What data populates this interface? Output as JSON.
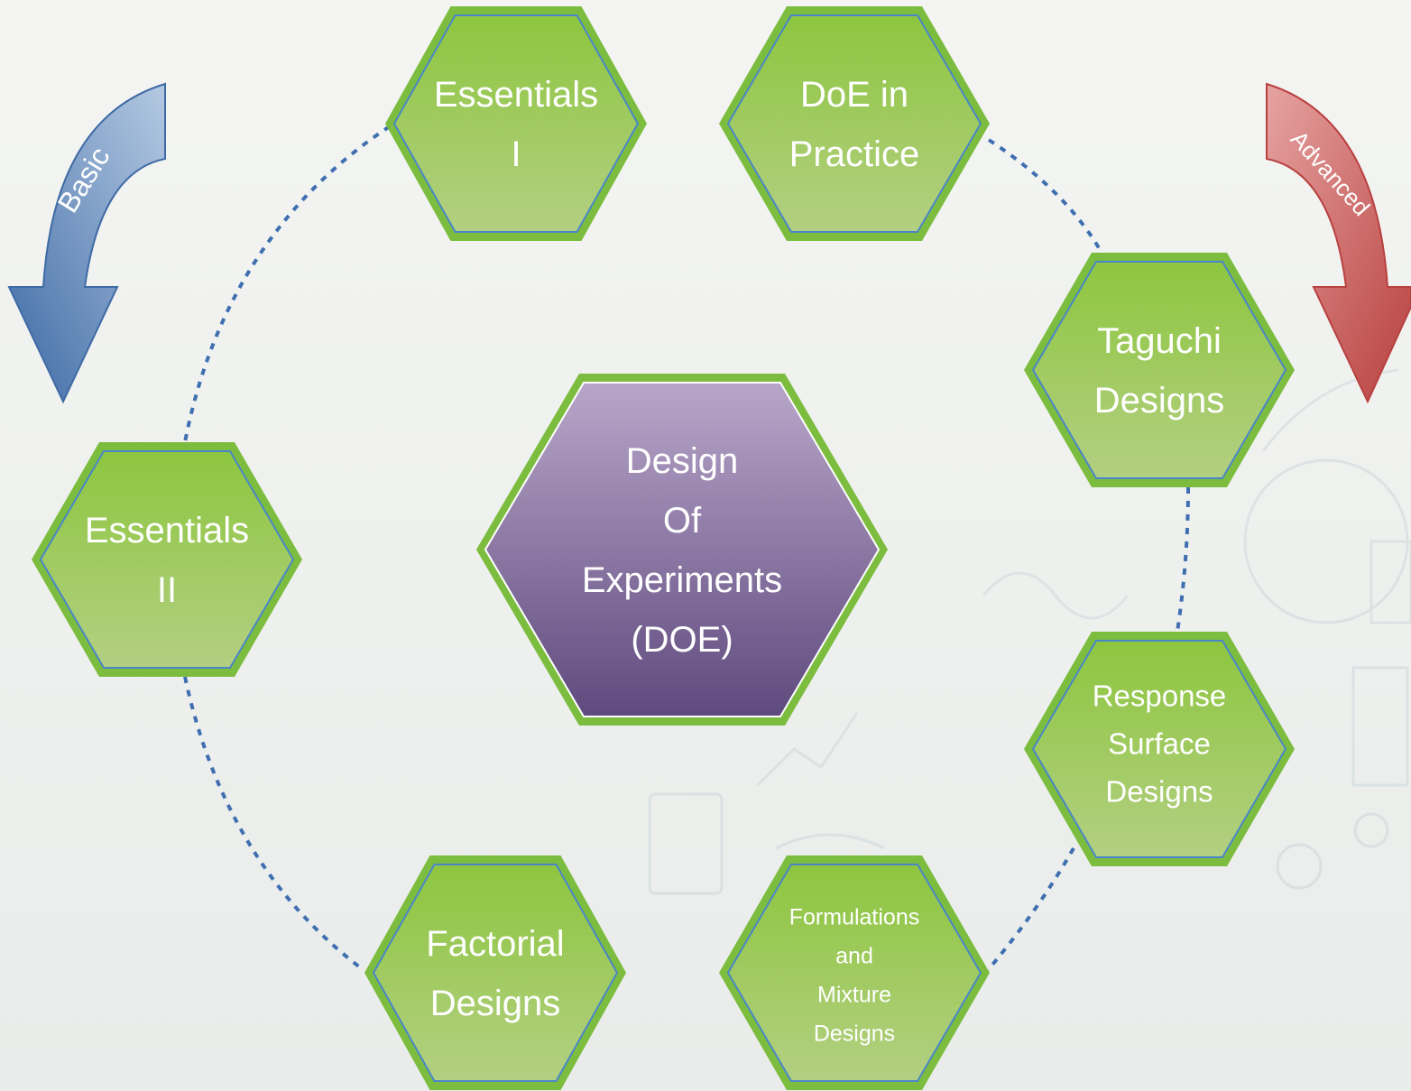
{
  "center": {
    "lines": [
      "Design",
      "Of",
      "Experiments",
      "(DOE)"
    ]
  },
  "modules": [
    {
      "id": "essentials-1",
      "lines": [
        "Essentials",
        "I"
      ]
    },
    {
      "id": "doe-in-practice",
      "lines": [
        "DoE in",
        "Practice"
      ]
    },
    {
      "id": "taguchi-designs",
      "lines": [
        "Taguchi",
        "Designs"
      ]
    },
    {
      "id": "response-surface-designs",
      "lines": [
        "Response",
        "Surface",
        "Designs"
      ]
    },
    {
      "id": "formulations-mixture-designs",
      "lines": [
        "Formulations",
        "and",
        "Mixture",
        "Designs"
      ]
    },
    {
      "id": "factorial-designs",
      "lines": [
        "Factorial",
        "Designs"
      ]
    },
    {
      "id": "essentials-2",
      "lines": [
        "Essentials",
        "II"
      ]
    }
  ],
  "arrows": {
    "basic": {
      "label": "Basic",
      "color": "#4a78b0"
    },
    "advanced": {
      "label": "Advanced",
      "color": "#c0504d"
    }
  },
  "colors": {
    "hex_green_border": "#7cbd3f",
    "hex_green_top": "#8dc63f",
    "hex_green_bottom": "#b3cf82",
    "hex_inner_line": "#4a86c8",
    "center_top": "#b8a6c9",
    "center_bottom": "#5f4a7e",
    "connector": "#3f6fb0"
  }
}
